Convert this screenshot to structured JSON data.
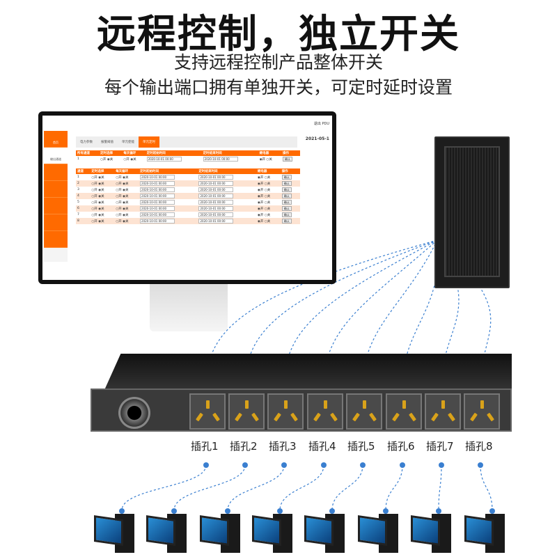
{
  "title": "远程控制，独立开关",
  "subtitle1": "支持远程控制产品整体开关",
  "subtitle2": "每个输出端口拥有单独开关，可定时延时设置",
  "screen": {
    "top_right": "退出 PDU",
    "date": "2021-05-1",
    "sidebar": [
      "首页",
      "输出通道",
      "",
      "",
      "",
      "",
      ""
    ],
    "tabs": [
      "电力参数",
      "报警阈值",
      "单元使能",
      "单元定时"
    ],
    "all_table": {
      "headers": [
        "所有通道",
        "定时选择",
        "每天循环",
        "定时起始时间",
        "定时结束时间",
        "继电器",
        "操作"
      ],
      "row": [
        "1",
        "○开 ◉关",
        "○开 ◉关",
        "2020-10-01 00:00",
        "2020-10-01 00:00",
        "◉开 ○关",
        "确认"
      ]
    },
    "channel_table": {
      "headers": [
        "通道",
        "定时选择",
        "每天循环",
        "定时起始时间",
        "定时结束时间",
        "继电器",
        "操作"
      ],
      "rows": [
        [
          "1",
          "○开 ◉关",
          "○开 ◉关",
          "2020-10-01 00:00",
          "2020-10-01 00:00",
          "◉开 ○关",
          "确认"
        ],
        [
          "2",
          "○开 ◉关",
          "○开 ◉关",
          "2020-10-01 00:00",
          "2020-10-01 00:00",
          "◉开 ○关",
          "确认"
        ],
        [
          "3",
          "○开 ◉关",
          "○开 ◉关",
          "2020-10-01 00:00",
          "2020-10-01 00:00",
          "◉开 ○关",
          "确认"
        ],
        [
          "4",
          "○开 ◉关",
          "○开 ◉关",
          "2020-10-01 00:00",
          "2020-10-01 00:00",
          "◉开 ○关",
          "确认"
        ],
        [
          "5",
          "○开 ◉关",
          "○开 ◉关",
          "2020-10-01 00:00",
          "2020-10-01 00:00",
          "◉开 ○关",
          "确认"
        ],
        [
          "6",
          "○开 ◉关",
          "○开 ◉关",
          "2020-10-01 00:00",
          "2020-10-01 00:00",
          "◉开 ○关",
          "确认"
        ],
        [
          "7",
          "○开 ◉关",
          "○开 ◉关",
          "2020-10-01 00:00",
          "2020-10-01 00:00",
          "◉开 ○关",
          "确认"
        ],
        [
          "8",
          "○开 ◉关",
          "○开 ◉关",
          "2020-10-01 00:00",
          "2020-10-01 00:00",
          "◉开 ○关",
          "确认"
        ]
      ]
    }
  },
  "sockets": [
    "插孔1",
    "插孔2",
    "插孔3",
    "插孔4",
    "插孔5",
    "插孔6",
    "插孔7",
    "插孔8"
  ],
  "colors": {
    "accent": "#ff6a00",
    "line": "#3a7fd0"
  }
}
